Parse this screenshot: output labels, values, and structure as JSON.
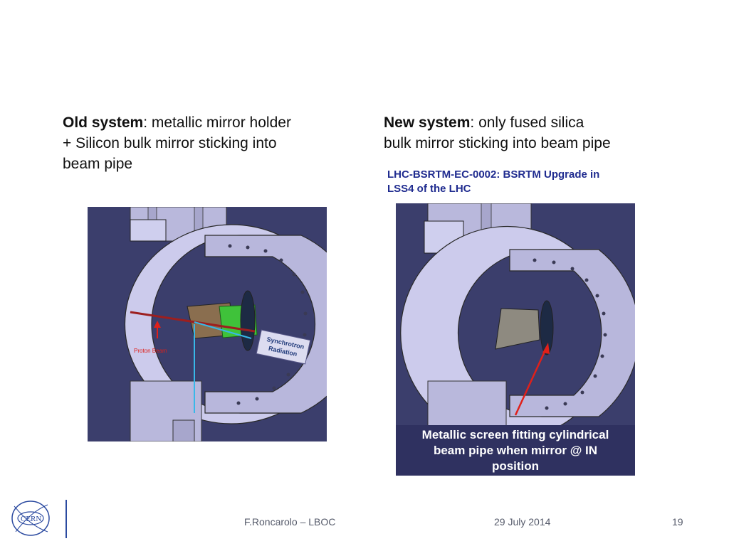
{
  "left": {
    "title_bold": "Old system",
    "title_rest": ": metallic mirror holder",
    "line2": "+ Silicon bulk mirror sticking into",
    "line3": "beam pipe",
    "label_sync1": "Synchrotron",
    "label_sync2": "Radiation",
    "label_beam": "Proton Beam"
  },
  "right": {
    "title_bold": "New system",
    "title_rest": ": only fused silica",
    "line2": "bulk mirror sticking into beam pipe",
    "doc_ref_line1": "LHC-BSRTM-EC-0002: BSRTM Upgrade in",
    "doc_ref_line2": "LSS4 of the LHC",
    "caption_line1": "Metallic screen fitting  cylindrical",
    "caption_line2": "beam pipe when mirror @ IN",
    "caption_line3": "position"
  },
  "footer": {
    "logo_text": "CERN",
    "author": "F.Roncarolo – LBOC",
    "date": "29 July 2014",
    "page": "19"
  },
  "colors": {
    "panel_bg": "#3b3e6c",
    "metal": "#c9c8e8",
    "arrow": "#e0201a",
    "cyan_line": "#38b8e8",
    "green_part": "#3fc23a",
    "footer_line": "#2b4aa0"
  }
}
